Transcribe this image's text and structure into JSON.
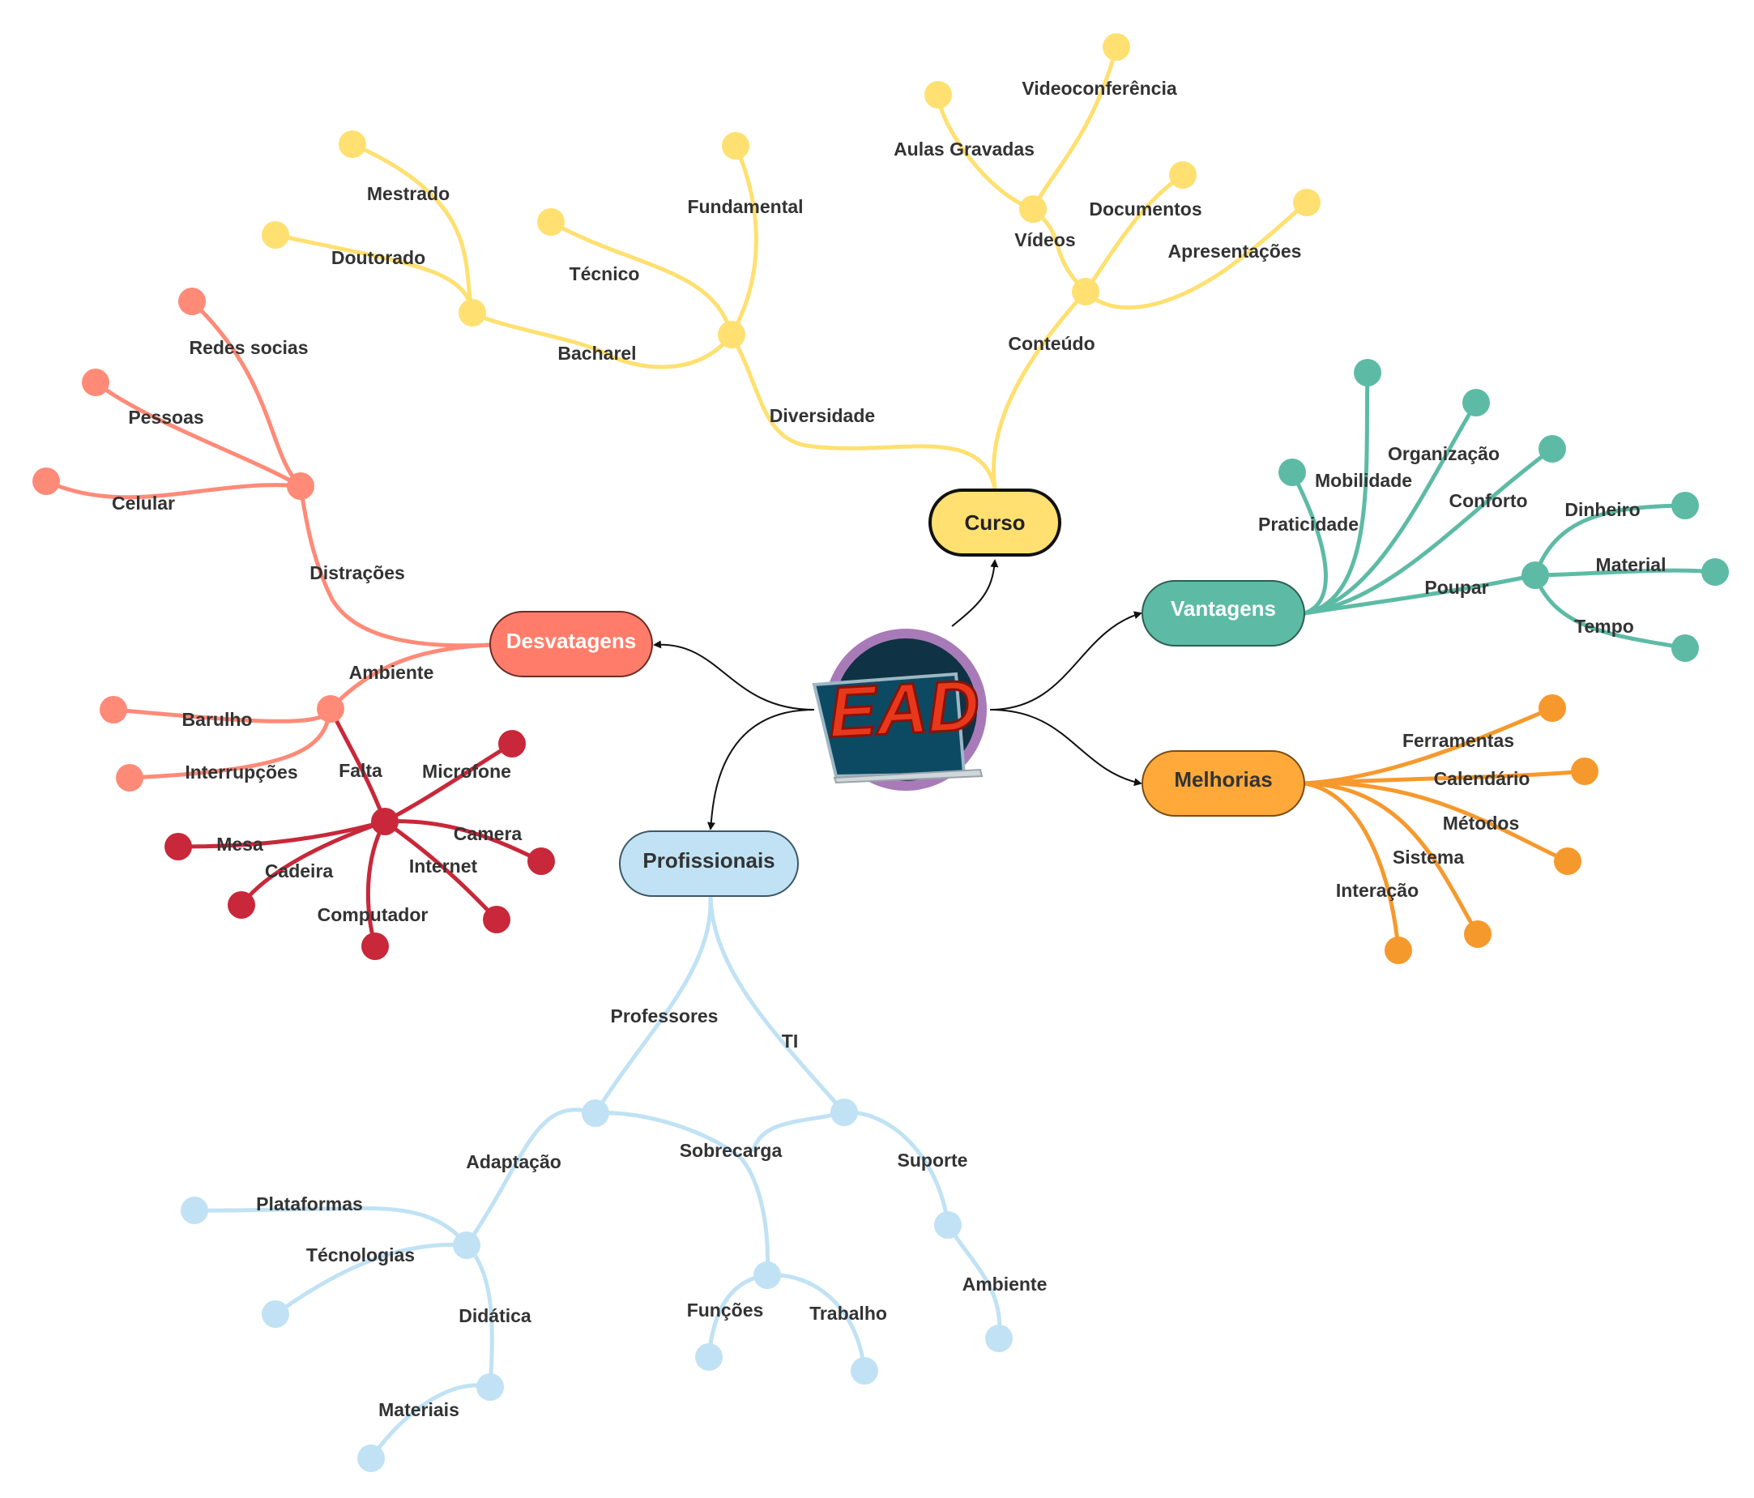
{
  "center": {
    "text": "EAD"
  },
  "colors": {
    "curso": "#FFE070",
    "vantagens": "#5DBBA5",
    "melhorias": "#F6992D",
    "profissionais": "#C0E2F4",
    "desvatagens": "#FF8A78",
    "falta": "#C8283A"
  },
  "main": {
    "curso": "Curso",
    "vantagens": "Vantagens",
    "melhorias": "Melhorias",
    "profissionais": "Profissionais",
    "desvatagens": "Desvatagens"
  },
  "curso": {
    "diversidade": "Diversidade",
    "bacharel": "Bacharel",
    "mestrado": "Mestrado",
    "doutorado": "Doutorado",
    "tecnico": "Técnico",
    "fundamental": "Fundamental",
    "conteudo": "Conteúdo",
    "videos": "Vídeos",
    "aulas_gravadas": "Aulas Gravadas",
    "videoconferencia": "Videoconferência",
    "documentos": "Documentos",
    "apresentacoes": "Apresentações"
  },
  "vantagens": {
    "praticidade": "Praticidade",
    "mobilidade": "Mobilidade",
    "organizacao": "Organização",
    "conforto": "Conforto",
    "poupar": "Poupar",
    "dinheiro": "Dinheiro",
    "material": "Material",
    "tempo": "Tempo"
  },
  "melhorias": {
    "ferramentas": "Ferramentas",
    "calendario": "Calendário",
    "metodos": "Métodos",
    "sistema": "Sistema",
    "interacao": "Interação"
  },
  "profissionais": {
    "professores": "Professores",
    "ti": "TI",
    "adaptacao": "Adaptação",
    "sobrecarga": "Sobrecarga",
    "suporte": "Suporte",
    "plataformas": "Plataformas",
    "tecnologias": "Técnologias",
    "didatica": "Didática",
    "materiais": "Materiais",
    "funcoes": "Funções",
    "trabalho": "Trabalho",
    "ambiente": "Ambiente"
  },
  "desvatagens": {
    "distracoes": "Distrações",
    "redes_socias": "Redes socias",
    "pessoas": "Pessoas",
    "celular": "Celular",
    "ambiente": "Ambiente",
    "barulho": "Barulho",
    "interrupcoes": "Interrupções",
    "falta": "Falta",
    "microfone": "Microfone",
    "camera": "Camera",
    "mesa": "Mesa",
    "cadeira": "Cadeira",
    "internet": "Internet",
    "computador": "Computador"
  }
}
